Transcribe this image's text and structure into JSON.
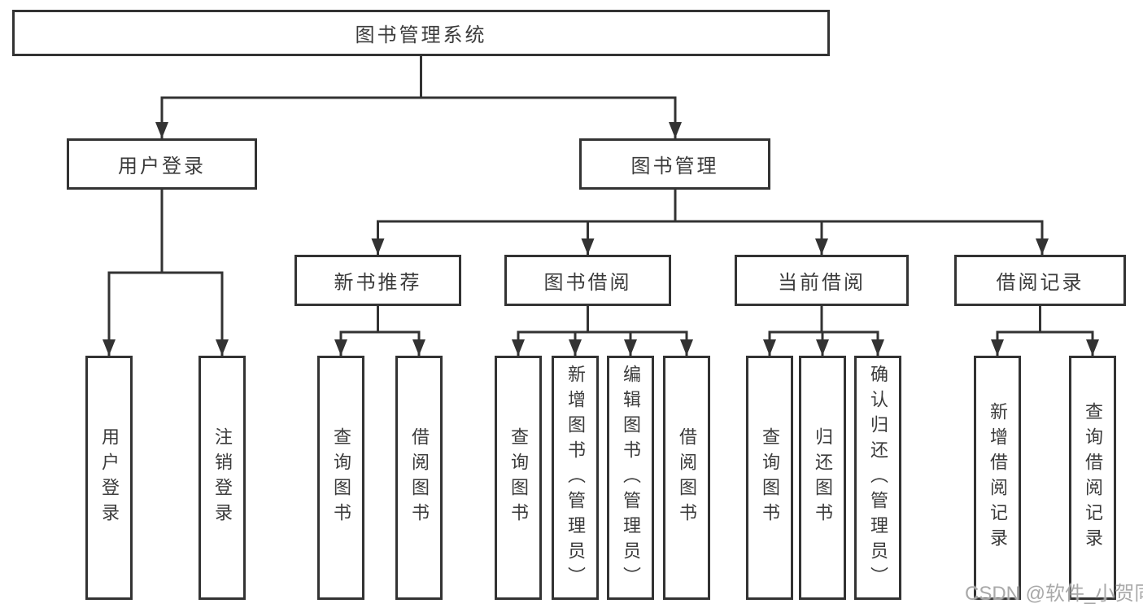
{
  "diagram": {
    "root": {
      "label": "图书管理系统"
    },
    "level1": [
      {
        "label": "用户登录"
      },
      {
        "label": "图书管理"
      }
    ],
    "level2": [
      {
        "label": "新书推荐"
      },
      {
        "label": "图书借阅"
      },
      {
        "label": "当前借阅"
      },
      {
        "label": "借阅记录"
      }
    ],
    "leaves": {
      "user_login": [
        {
          "label": "用户登录"
        },
        {
          "label": "注销登录"
        }
      ],
      "new_book": [
        {
          "label": "查询图书"
        },
        {
          "label": "借阅图书"
        }
      ],
      "book_borrow": [
        {
          "label": "查询图书"
        },
        {
          "label": "新增图书（管理员）"
        },
        {
          "label": "编辑图书（管理员）"
        },
        {
          "label": "借阅图书"
        }
      ],
      "current_borrow": [
        {
          "label": "查询图书"
        },
        {
          "label": "归还图书"
        },
        {
          "label": "确认归还（管理员）"
        }
      ],
      "borrow_record": [
        {
          "label": "新增借阅记录"
        },
        {
          "label": "查询借阅记录"
        }
      ]
    }
  },
  "colors": {
    "line": "#333333",
    "text": "#3b3b3b",
    "background": "#ffffff",
    "watermark": "#a4a4a4"
  },
  "watermark": {
    "text": "CSDN @软件_小贺同学"
  }
}
